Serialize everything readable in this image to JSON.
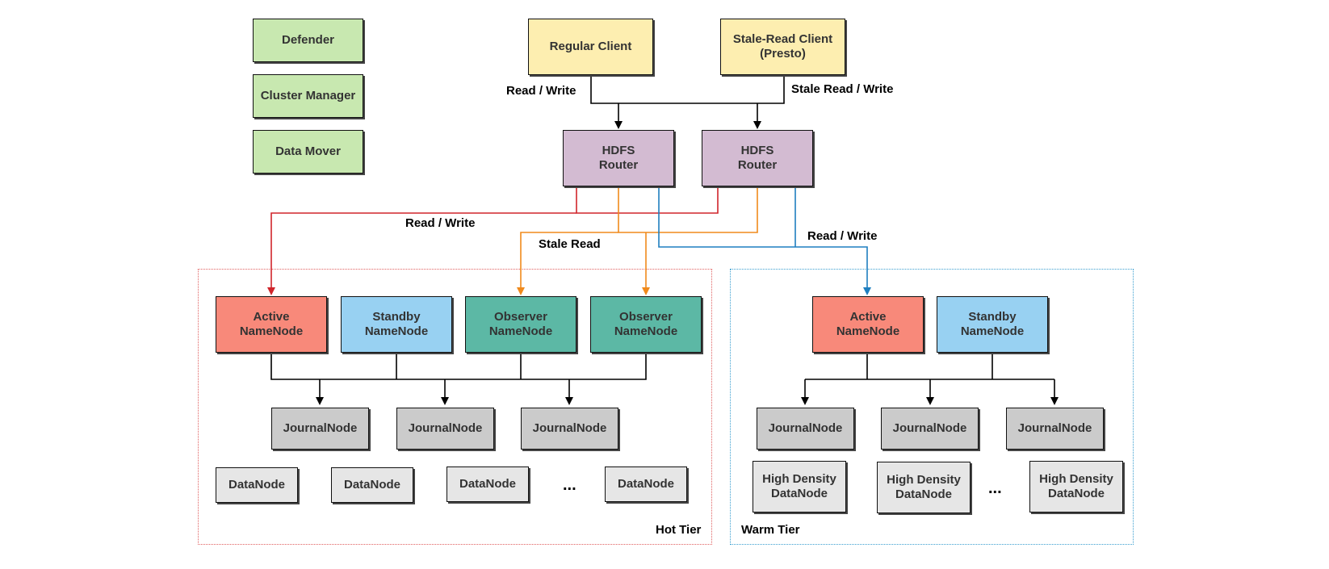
{
  "services": [
    "Defender",
    "Cluster Manager",
    "Data Mover"
  ],
  "clients": {
    "regular": "Regular Client",
    "stale": "Stale-Read Client\n(Presto)"
  },
  "routers": [
    "HDFS\nRouter",
    "HDFS\nRouter"
  ],
  "edge_labels": {
    "client_read_write": "Read / Write",
    "client_stale_read_write": "Stale Read / Write",
    "hot_read_write": "Read / Write",
    "stale_read": "Stale Read",
    "warm_read_write": "Read / Write"
  },
  "hot_tier": {
    "label": "Hot Tier",
    "namenodes": [
      "Active\nNameNode",
      "Standby\nNameNode",
      "Observer\nNameNode",
      "Observer\nNameNode"
    ],
    "journalnodes": [
      "JournalNode",
      "JournalNode",
      "JournalNode"
    ],
    "datanodes": [
      "DataNode",
      "DataNode",
      "DataNode",
      "DataNode"
    ],
    "ellipsis": "..."
  },
  "warm_tier": {
    "label": "Warm Tier",
    "namenodes": [
      "Active\nNameNode",
      "Standby\nNameNode"
    ],
    "journalnodes": [
      "JournalNode",
      "JournalNode",
      "JournalNode"
    ],
    "datanodes": [
      "High Density\nDataNode",
      "High Density\nDataNode",
      "High Density\nDataNode"
    ],
    "ellipsis": "..."
  },
  "colors": {
    "service": "#c8e8b0",
    "client": "#fdeeb0",
    "router": "#d3bbd2",
    "active": "#f8897a",
    "standby": "#98d1f2",
    "observer": "#5cb8a5",
    "journal": "#cbcbcb",
    "datanode": "#e6e6e6",
    "hot_path": "#d0252b",
    "stale_path": "#f08a1c",
    "warm_path": "#1f7fc0",
    "hot_tier_border": "#e06060",
    "warm_tier_border": "#3a9fd0"
  }
}
